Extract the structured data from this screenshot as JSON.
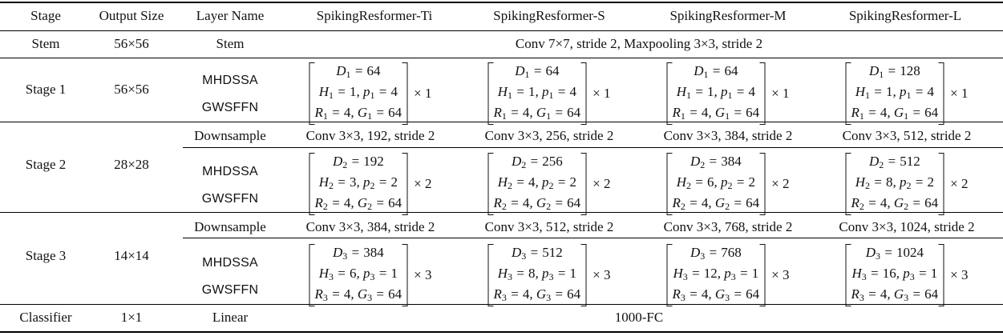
{
  "header": {
    "stage": "Stage",
    "output_size": "Output Size",
    "layer_name": "Layer Name",
    "models": [
      "SpikingResformer-Ti",
      "SpikingResformer-S",
      "SpikingResformer-M",
      "SpikingResformer-L"
    ]
  },
  "stem": {
    "stage": "Stem",
    "output_size": "56×56",
    "layer": "Stem",
    "config": "Conv 7×7, stride 2, Maxpooling 3×3, stride 2"
  },
  "stage1": {
    "stage": "Stage 1",
    "output_size": "56×56",
    "layer_a": "MHDSSA",
    "layer_b": "GWSFFN",
    "blocks": [
      {
        "D": "64",
        "H": "1",
        "p": "4",
        "R": "4",
        "G": "64",
        "times": "× 1"
      },
      {
        "D": "64",
        "H": "1",
        "p": "4",
        "R": "4",
        "G": "64",
        "times": "× 1"
      },
      {
        "D": "64",
        "H": "1",
        "p": "4",
        "R": "4",
        "G": "64",
        "times": "× 1"
      },
      {
        "D": "128",
        "H": "1",
        "p": "4",
        "R": "4",
        "G": "64",
        "times": "× 1"
      }
    ]
  },
  "stage2": {
    "stage": "Stage 2",
    "output_size": "28×28",
    "downsample_label": "Downsample",
    "downsample": [
      "Conv 3×3, 192, stride 2",
      "Conv 3×3, 256, stride 2",
      "Conv 3×3, 384, stride 2",
      "Conv 3×3, 512, stride 2"
    ],
    "layer_a": "MHDSSA",
    "layer_b": "GWSFFN",
    "blocks": [
      {
        "D": "192",
        "H": "3",
        "p": "2",
        "R": "4",
        "G": "64",
        "times": "× 2"
      },
      {
        "D": "256",
        "H": "4",
        "p": "2",
        "R": "4",
        "G": "64",
        "times": "× 2"
      },
      {
        "D": "384",
        "H": "6",
        "p": "2",
        "R": "4",
        "G": "64",
        "times": "× 2"
      },
      {
        "D": "512",
        "H": "8",
        "p": "2",
        "R": "4",
        "G": "64",
        "times": "× 2"
      }
    ]
  },
  "stage3": {
    "stage": "Stage 3",
    "output_size": "14×14",
    "downsample_label": "Downsample",
    "downsample": [
      "Conv 3×3, 384, stride 2",
      "Conv 3×3, 512, stride 2",
      "Conv 3×3, 768, stride 2",
      "Conv 3×3, 1024, stride 2"
    ],
    "layer_a": "MHDSSA",
    "layer_b": "GWSFFN",
    "blocks": [
      {
        "D": "384",
        "H": "6",
        "p": "1",
        "R": "4",
        "G": "64",
        "times": "× 3"
      },
      {
        "D": "512",
        "H": "8",
        "p": "1",
        "R": "4",
        "G": "64",
        "times": "× 3"
      },
      {
        "D": "768",
        "H": "12",
        "p": "1",
        "R": "4",
        "G": "64",
        "times": "× 3"
      },
      {
        "D": "1024",
        "H": "16",
        "p": "1",
        "R": "4",
        "G": "64",
        "times": "× 3"
      }
    ]
  },
  "classifier": {
    "stage": "Classifier",
    "output_size": "1×1",
    "layer": "Linear",
    "config": "1000-FC"
  }
}
